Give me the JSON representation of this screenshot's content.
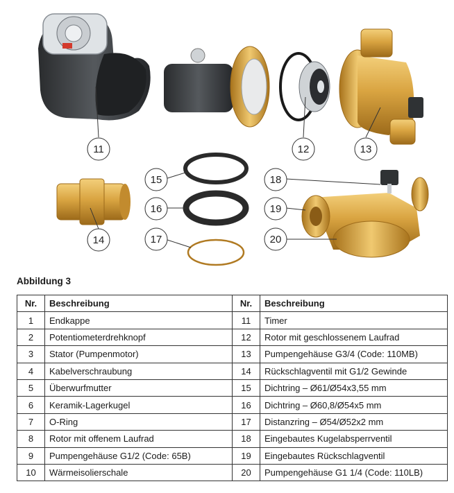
{
  "callouts": [
    "11",
    "12",
    "13",
    "14",
    "15",
    "16",
    "17",
    "18",
    "19",
    "20"
  ],
  "caption": "Abbildung 3",
  "table": {
    "headers": {
      "nr": "Nr.",
      "desc": "Beschreibung"
    },
    "rows": [
      {
        "left_nr": "1",
        "left_desc": "Endkappe",
        "right_nr": "11",
        "right_desc": "Timer"
      },
      {
        "left_nr": "2",
        "left_desc": "Potentiometerdrehknopf",
        "right_nr": "12",
        "right_desc": "Rotor mit geschlossenem Laufrad"
      },
      {
        "left_nr": "3",
        "left_desc": "Stator (Pumpenmotor)",
        "right_nr": "13",
        "right_desc": "Pumpengehäuse G3/4 (Code: 110MB)"
      },
      {
        "left_nr": "4",
        "left_desc": "Kabelverschraubung",
        "right_nr": "14",
        "right_desc": "Rückschlagventil mit G1/2 Gewinde"
      },
      {
        "left_nr": "5",
        "left_desc": "Überwurfmutter",
        "right_nr": "15",
        "right_desc": "Dichtring – Ø61/Ø54x3,55 mm"
      },
      {
        "left_nr": "6",
        "left_desc": "Keramik-Lagerkugel",
        "right_nr": "16",
        "right_desc": "Dichtring – Ø60,8/Ø54x5 mm"
      },
      {
        "left_nr": "7",
        "left_desc": "O-Ring",
        "right_nr": "17",
        "right_desc": "Distanzring – Ø54/Ø52x2 mm"
      },
      {
        "left_nr": "8",
        "left_desc": "Rotor mit offenem Laufrad",
        "right_nr": "18",
        "right_desc": "Eingebautes Kugelabsperrventil"
      },
      {
        "left_nr": "9",
        "left_desc": "Pumpengehäuse G1/2 (Code: 65B)",
        "right_nr": "19",
        "right_desc": "Eingebautes Rückschlagventil"
      },
      {
        "left_nr": "10",
        "left_desc": "Wärmeisolierschale",
        "right_nr": "20",
        "right_desc": "Pumpengehäuse G1 1/4  (Code: 110LB)"
      }
    ]
  },
  "colors": {
    "brass": "#d9a441",
    "brass_dark": "#a8731c",
    "motor": "#3a3d40",
    "ink": "#333333"
  }
}
